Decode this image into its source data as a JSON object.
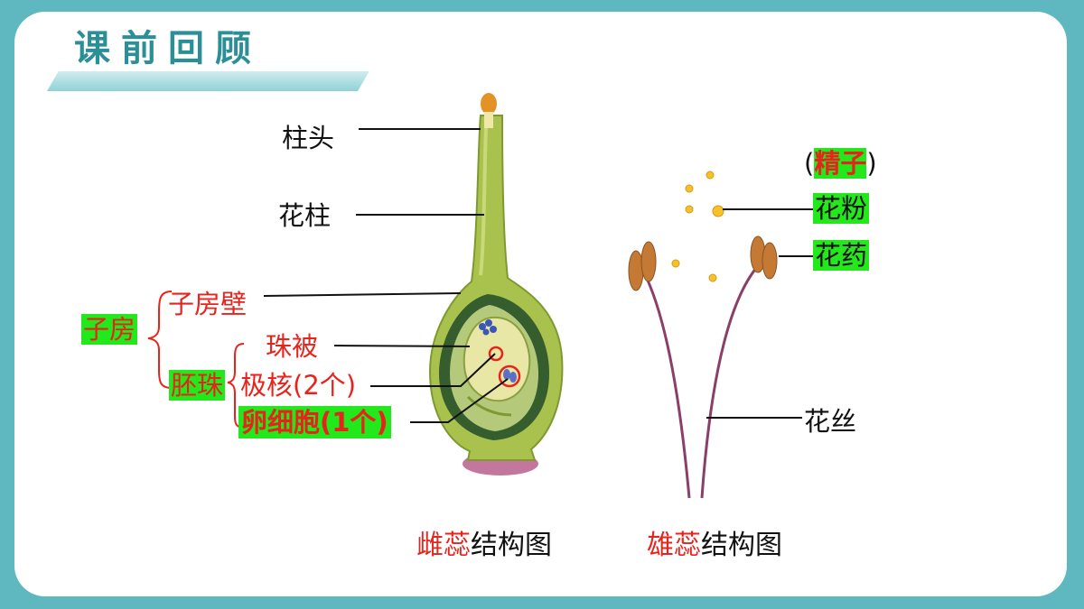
{
  "slide": {
    "title": "课前回顾",
    "colors": {
      "frame": "#5fb8bf",
      "title": "#2b8f97",
      "highlight": "#22e81c",
      "red": "#e8231c"
    }
  },
  "pistil": {
    "labels": {
      "stigma": "柱头",
      "style": "花柱",
      "ovary": "子房",
      "ovary_wall": "子房壁",
      "ovule": "胚珠",
      "integument": "珠被",
      "polar_nuclei": "极核(2个)",
      "egg_cell": "卵细胞(1个)"
    },
    "caption_highlight": "雌蕊",
    "caption_rest": "结构图"
  },
  "stamen": {
    "labels": {
      "sperm_paren_open": "(",
      "sperm": "精子",
      "sperm_paren_close": ")",
      "pollen": "花粉",
      "anther": "花药",
      "filament": "花丝"
    },
    "caption_highlight": "雄蕊",
    "caption_rest": "结构图"
  }
}
